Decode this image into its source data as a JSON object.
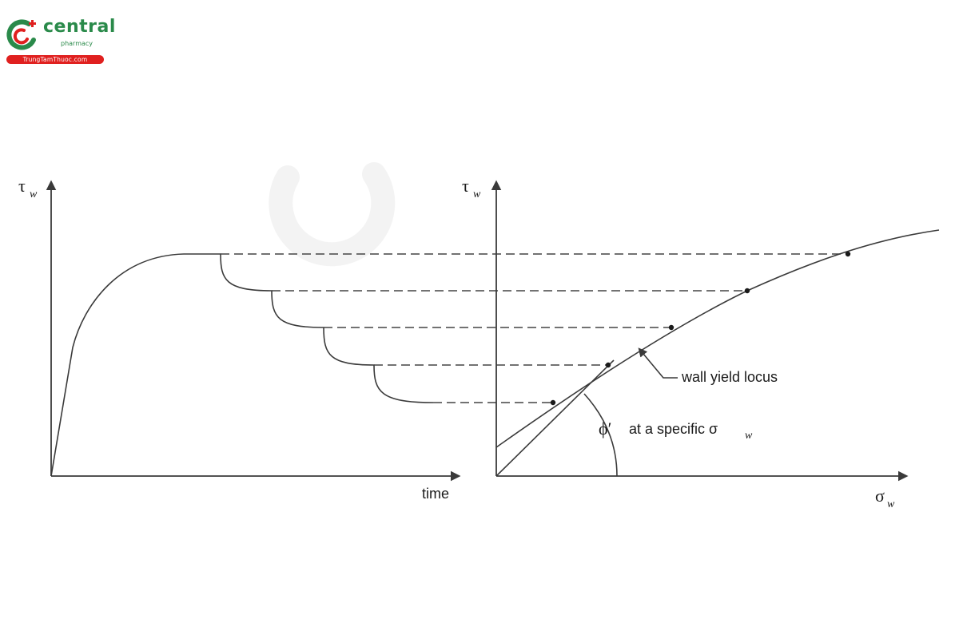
{
  "brand": {
    "name": "central",
    "sub": "pharmacy",
    "url": "TrungTamThuoc.com",
    "green": "#2a8a4a",
    "red": "#e0201f"
  },
  "left_plot": {
    "y_symbol": "τ",
    "y_subscript": "w",
    "x_label": "time"
  },
  "right_plot": {
    "y_symbol": "τ",
    "y_subscript": "w",
    "x_symbol": "σ",
    "x_subscript": "w",
    "locus_label": "wall yield locus",
    "angle_symbol": "ϕ′",
    "angle_text": "at a specific σ",
    "angle_subscript": "w"
  },
  "watermark": "logo-watermark-icon"
}
